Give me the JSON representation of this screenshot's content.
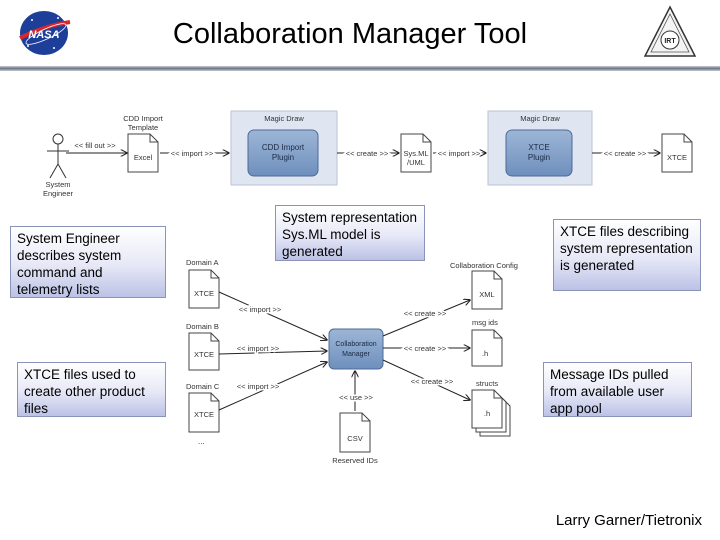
{
  "title": "Collaboration Manager Tool",
  "logos": {
    "left": "NASA",
    "right": "IRT"
  },
  "callouts": {
    "system_engineer": "System Engineer describes system command and telemetry lists",
    "sysml": "System representation Sys.ML model is generated",
    "xtce_rep": "XTCE files describing system representation is generated",
    "xtce_used": "XTCE files used to create other product files",
    "message_ids": "Message IDs pulled from available user app pool"
  },
  "diagram": {
    "actor_label_1": "System",
    "actor_label_2": "Engineer",
    "fill_out": "<< fill out >>",
    "cdd_template_1": "CDD Import",
    "cdd_template_2": "Template",
    "excel": "Excel",
    "import_1": "<< import >>",
    "magicdraw_1": "Magic Draw",
    "cdd_plugin_1": "CDD Import",
    "cdd_plugin_2": "Plugin",
    "create_1": "<< create >>",
    "sysml_file_1": "Sys.ML",
    "sysml_file_2": "/UML",
    "import_2": "<< import >>",
    "magicdraw_2": "Magic Draw",
    "xtce_plugin_1": "XTCE",
    "xtce_plugin_2": "Plugin",
    "create_2": "<< create >>",
    "xtce_out": "XTCE",
    "domain_a": "Domain A",
    "domain_b": "Domain B",
    "domain_c": "Domain C",
    "xtce": "XTCE",
    "ellipsis": "...",
    "import_a": "<< import >>",
    "import_b": "<< import >>",
    "import_c": "<< import >>",
    "cm_1": "Collaboration",
    "cm_2": "Manager",
    "collab_config": "Collaboration Config",
    "xml": "XML",
    "create_xml": "<< create >>",
    "msg_ids": "msg ids",
    "h_ext": ".h",
    "create_h": "<< create >>",
    "structs": "structs",
    "create_structs": "<< create >>",
    "use": "<< use >>",
    "csv": "CSV",
    "reserved_ids": "Reserved IDs"
  },
  "credit": "Larry Garner/Tietronix"
}
